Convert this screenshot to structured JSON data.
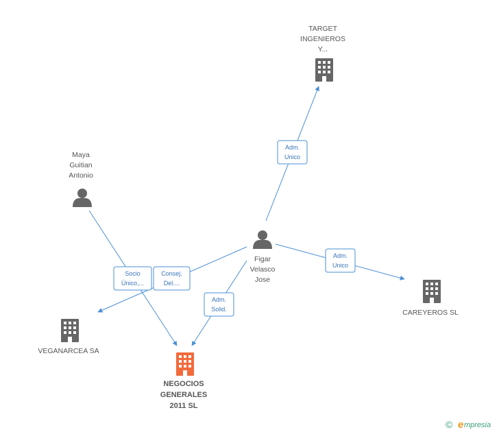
{
  "colors": {
    "company": "#666666",
    "company_focus": "#f26a3c",
    "person": "#666666",
    "edge": "#4a8fd6",
    "edge_text": "#3a74b8",
    "brand": "#3aa077",
    "brand_e": "#f29a1e"
  },
  "nodes": {
    "target": {
      "label_lines": [
        "TARGET",
        "INGENIEROS",
        "Y..."
      ],
      "icon": "building-icon"
    },
    "maya": {
      "label_lines": [
        "Maya",
        "Guitian",
        "Antonio"
      ],
      "icon": "person-icon"
    },
    "figar": {
      "label_lines": [
        "Figar",
        "Velasco",
        "Jose"
      ],
      "icon": "person-icon"
    },
    "careyeros": {
      "label_lines": [
        "CAREYEROS SL"
      ],
      "icon": "building-icon"
    },
    "veganarcea": {
      "label_lines": [
        "VEGANARCEA SA"
      ],
      "icon": "building-icon"
    },
    "negocios": {
      "label_lines": [
        "NEGOCIOS",
        "GENERALES",
        "2011 SL"
      ],
      "icon": "building-icon"
    }
  },
  "edges": {
    "figar_target": [
      "Adm.",
      "Unico"
    ],
    "figar_careyeros": [
      "Adm.",
      "Unico"
    ],
    "figar_negocios": [
      "Adm.",
      "Solid."
    ],
    "maya_negocios": [
      "Socio",
      "Único,..."
    ],
    "figar_veganarcea": [
      "Consej.",
      "Del...."
    ]
  },
  "brand": {
    "copyright": "©",
    "e_letter": "e",
    "name_rest": "mpresia"
  }
}
